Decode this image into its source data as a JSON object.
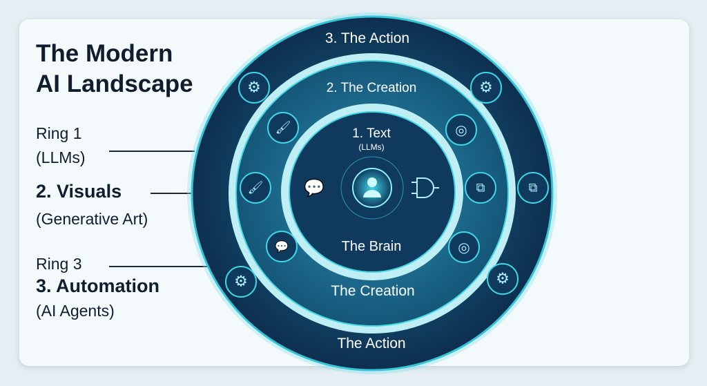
{
  "title": [
    "The Modern",
    "AI Landscape"
  ],
  "legend": {
    "ring1_label": "Ring 1",
    "ring1_sub": "(LLMs)",
    "ring2_label": "2. Visuals",
    "ring2_sub": "(Generative Art)",
    "ring3_label": "Ring 3",
    "ring3_title": "3. Automation",
    "ring3_sub": "(AI Agents)"
  },
  "rings": {
    "outer_top": "3. The Action",
    "outer_bottom": "The Action",
    "middle_top": "2. The Creation",
    "middle_bottom": "The Creation",
    "inner_top": "1. Text",
    "inner_sub": "(LLMs)",
    "inner_bottom": "The Brain"
  },
  "icons": {
    "outer": [
      "gear-icon",
      "gear-icon",
      "flowchart-icon",
      "gears-icon",
      "gear-icon"
    ],
    "middle": [
      "paintbrush-icon",
      "camera-aperture-icon",
      "paintbrush-icon",
      "flowchart-icon",
      "chat-bubble-icon",
      "camera-aperture-icon"
    ],
    "inner": [
      "chat-bubbles-icon",
      "user-icon",
      "logic-gate-icon"
    ]
  },
  "colors": {
    "outer_ring": "#123a5c",
    "middle_ring": "#17557a",
    "inner": "#0f3a5e",
    "glow": "#3fd6e6",
    "text": "#0f1d2e"
  }
}
